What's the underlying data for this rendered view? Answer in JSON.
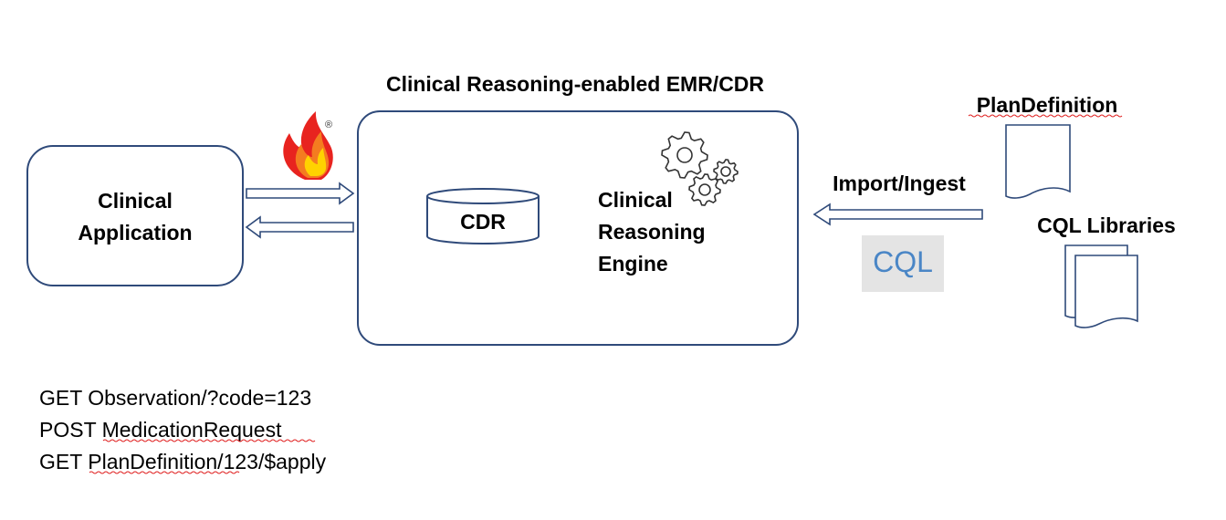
{
  "diagram": {
    "main_title": "Clinical Reasoning-enabled EMR/CDR",
    "client_box": {
      "label_line1": "Clinical",
      "label_line2": "Application"
    },
    "cdr_cylinder": {
      "label": "CDR"
    },
    "engine": {
      "line1": "Clinical",
      "line2": "Reasoning",
      "line3": "Engine"
    },
    "import_label": "Import/Ingest",
    "plandefinition_label": "PlanDefinition",
    "cql_libraries_label": "CQL Libraries",
    "cql_logo_text": "CQL",
    "registered_mark": "®",
    "requests": [
      "GET Observation/?code=123",
      "POST MedicationRequest",
      "GET PlanDefinition/123/$apply"
    ]
  },
  "colors": {
    "border": "#2f4a7a",
    "text": "#000000",
    "cql_bg": "#e4e4e4",
    "cql_text": "#4a86c6",
    "flame_outer": "#e8231f",
    "flame_mid": "#f47c20",
    "flame_inner": "#ffd200"
  },
  "icons": {
    "standard_logo": "fhir-flame-icon",
    "engine": "gears-icon",
    "single_doc": "document-icon",
    "multi_doc": "document-stack-icon"
  }
}
